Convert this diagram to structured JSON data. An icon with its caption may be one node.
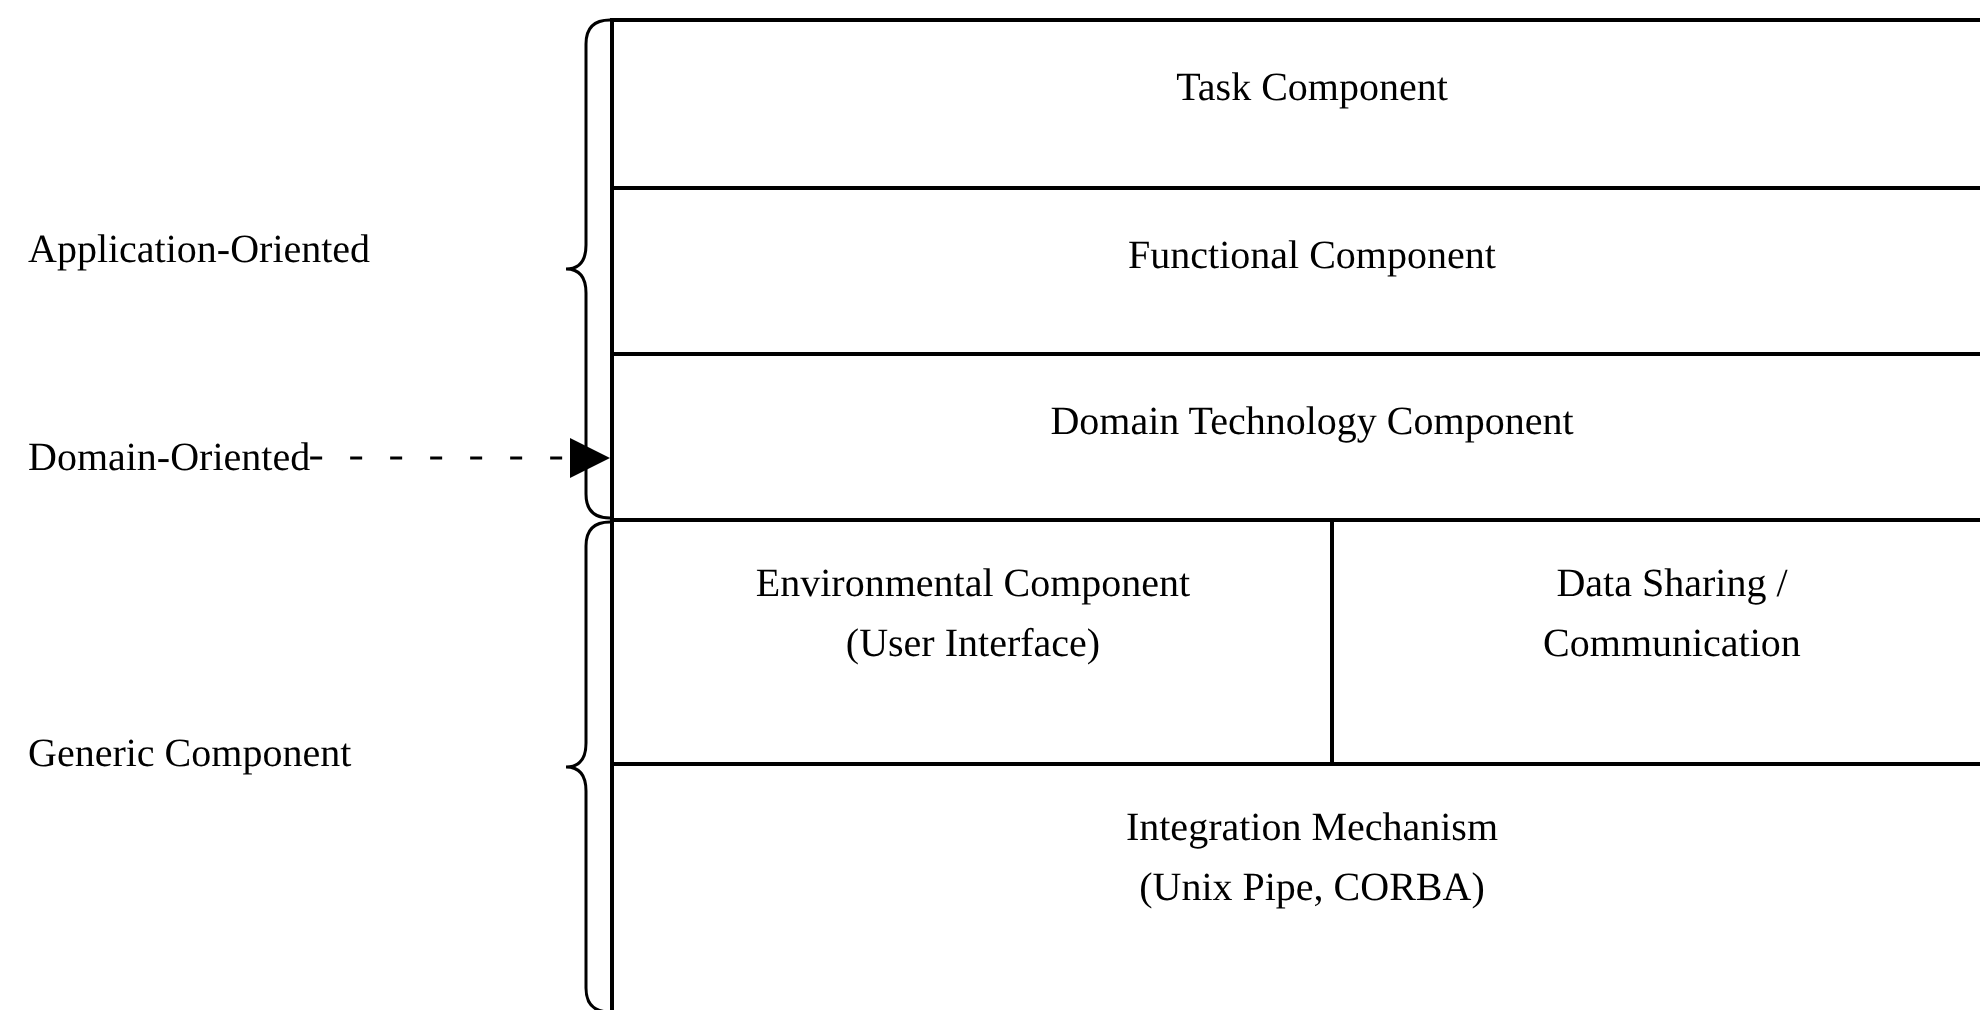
{
  "diagram": {
    "nodes": [
      {
        "text": [
          "Task Component"
        ]
      },
      {
        "text": [
          "Functional Component"
        ]
      },
      {
        "text": [
          "Domain Technology Component"
        ]
      },
      {
        "text": [
          "Environmental Component (User Interface)"
        ]
      },
      {
        "text": [
          "Data Sharing / Communication"
        ]
      },
      {
        "text": [
          "Integration Mechanism (Unix Pipe, CORBA)"
        ]
      },
      {
        "text": [
          "Domain-Oriented"
        ]
      }
    ],
    "edges": [
      {
        "from": 6,
        "to": 2,
        "arrow": "to",
        "style": "dashed"
      }
    ],
    "labels": [
      "Application-Oriented",
      "Generic Component"
    ]
  }
}
